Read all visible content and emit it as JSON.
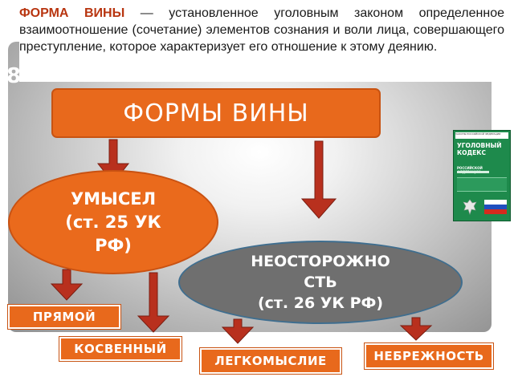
{
  "definition": {
    "term": "ФОРМА ВИНЫ",
    "text": " — установленное уголовным законом определенное взаимоотношение (сочетание) элементов сознания и воли лица, совершающего преступление, которое характеризует его отношение к этому деянию."
  },
  "slide_number": "8",
  "title": "ФОРМЫ ВИНЫ",
  "intent": {
    "line1": "УМЫСЕЛ",
    "line2": "(ст. 25 УК",
    "line3": "РФ)"
  },
  "negligence": {
    "line1": "НЕОСТОРОЖНО",
    "line2": "СТЬ",
    "line3": "(ст. 26 УК РФ)"
  },
  "leaves": {
    "direct": "ПРЯМОЙ",
    "indirect": "КОСВЕННЫЙ",
    "levity": "ЛЕГКОМЫСЛИЕ",
    "carelessness": "НЕБРЕЖНОСТЬ"
  },
  "book": {
    "header": "ЗАКОНЫ РОССИЙСКОЙ ФЕДЕРАЦИИ",
    "title": "УГОЛОВНЫЙ КОДЕКС",
    "subtitle": "РОССИЙСКОЙ ФЕДЕРАЦИИ",
    "edition": "ОФИЦИАЛЬНЫЙ ТЕКСТ"
  },
  "colors": {
    "orange": "#e8691c",
    "arrow_red": "#b8301e",
    "arrow_outline": "#7a1e12",
    "negligence_gray": "#6f6f6f",
    "definition_term": "#b83510",
    "book_green": "#1e8a4c",
    "flag": [
      "#ffffff",
      "#1f4fbf",
      "#d52b1e"
    ]
  }
}
